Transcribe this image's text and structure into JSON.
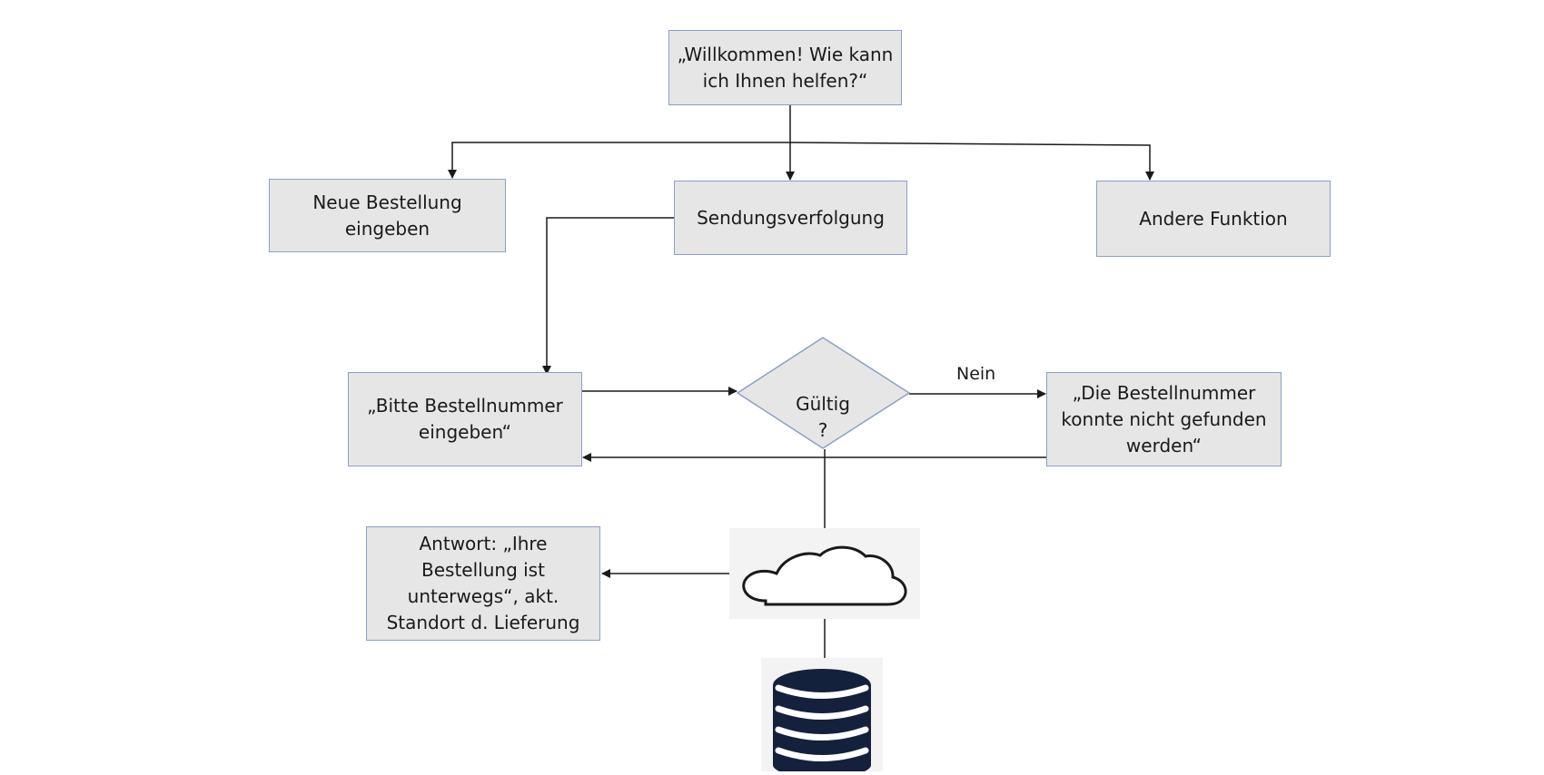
{
  "nodes": {
    "welcome": "„Willkommen! Wie kann\nich Ihnen helfen?“",
    "new_order": "Neue Bestellung\neingeben",
    "tracking": "Sendungsverfolgung",
    "other": "Andere Funktion",
    "enter_number": "„Bitte Bestellnummer\neingeben“",
    "decision": "Gültig\n?",
    "not_found": "„Die Bestellnummer\nkonnte nicht gefunden\nwerden“",
    "answer": "Antwort: „Ihre\nBestellung ist\nunterwegs“, akt.\nStandort d. Lieferung"
  },
  "edges": {
    "no_label": "Nein"
  },
  "icons": {
    "cloud": "cloud-icon",
    "database": "database-icon"
  },
  "colors": {
    "node_fill": "#e6e6e6",
    "node_border": "#8c9fc9",
    "line": "#1a1a1a",
    "database": "#14213d",
    "icon_bg": "#f3f3f3"
  }
}
